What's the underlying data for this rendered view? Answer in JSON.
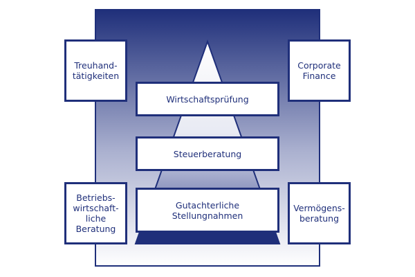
{
  "colors": {
    "frame": "#1f2f7a",
    "gradient_top": "#1f2f7a",
    "gradient_bottom": "#ffffff",
    "text": "#1f2f7a"
  },
  "center_boxes": {
    "top": "Wirtschaftsprüfung",
    "middle": "Steuerberatung",
    "bottom": "Gutachterliche\nStellungnahmen"
  },
  "side_boxes": {
    "top_left": "Treuhand-\ntätigkeiten",
    "top_right": "Corporate\nFinance",
    "bottom_left": "Betriebs-\nwirtschaft-\nliche\nBeratung",
    "bottom_right": "Vermögens-\nberatung"
  }
}
